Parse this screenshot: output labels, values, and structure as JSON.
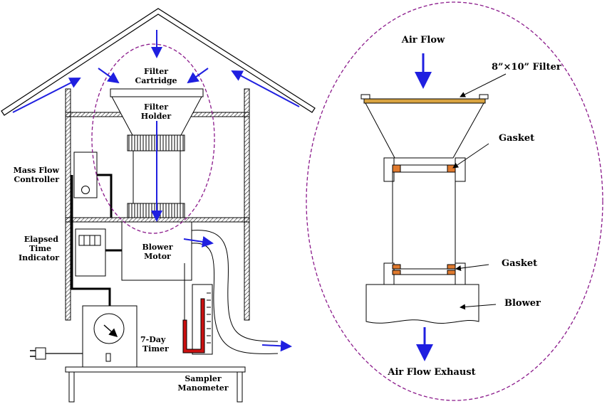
{
  "colors": {
    "flow_arrow": "#1f1fe0",
    "outline": "#000000",
    "filter_bar": "#d9a441",
    "gasket": "#e07a2e",
    "manometer_fluid": "#cc1111",
    "detail_ellipse": "#8b1a8b"
  },
  "left": {
    "labels": {
      "filter_cartridge_1": "Filter",
      "filter_cartridge_2": "Cartridge",
      "filter_holder_1": "Filter",
      "filter_holder_2": "Holder",
      "mass_flow_1": "Mass Flow",
      "mass_flow_2": "Controller",
      "elapsed_1": "Elapsed",
      "elapsed_2": "Time",
      "elapsed_3": "Indicator",
      "blower_motor_1": "Blower",
      "blower_motor_2": "Motor",
      "timer_1": "7-Day",
      "timer_2": "Timer",
      "manometer_1": "Sampler",
      "manometer_2": "Manometer"
    }
  },
  "right": {
    "labels": {
      "air_flow": "Air Flow",
      "filter": "8”×10” Filter",
      "gasket_top": "Gasket",
      "gasket_bottom": "Gasket",
      "blower": "Blower",
      "exhaust": "Air Flow Exhaust"
    }
  }
}
